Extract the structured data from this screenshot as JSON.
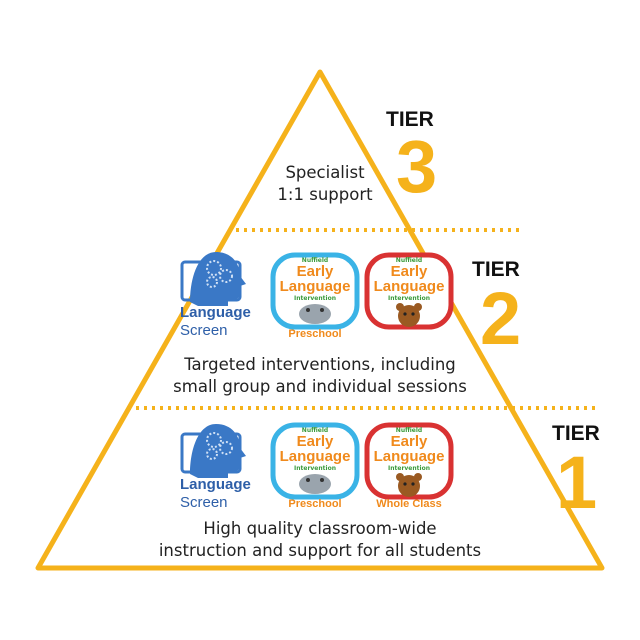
{
  "colors": {
    "gold": "#f5b21b",
    "ls_blue": "#3a78c6",
    "ls_text": "#2e5fa8",
    "eli_cyan_border": "#3ab3e6",
    "eli_red_border": "#d93232",
    "eli_orange": "#f08a1c",
    "eli_green": "#3a9a3a"
  },
  "tiers": [
    {
      "label": "TIER",
      "number": "3",
      "description": [
        "Specialist",
        "1:1 support"
      ]
    },
    {
      "label": "TIER",
      "number": "2",
      "description": [
        "Targeted interventions, including",
        "small group and individual sessions"
      ],
      "logos": {
        "language_screen": {
          "line1": "Language",
          "line2": "Screen"
        },
        "eli_preschool": {
          "top": "Nuffield",
          "line1": "Early",
          "line2": "Language",
          "line3": "Intervention",
          "sub": "Preschool"
        },
        "eli_whole_class": {
          "top": "Nuffield",
          "line1": "Early",
          "line2": "Language",
          "line3": "Intervention"
        }
      }
    },
    {
      "label": "TIER",
      "number": "1",
      "description": [
        "High quality classroom-wide",
        "instruction and support for all students"
      ],
      "logos": {
        "language_screen": {
          "line1": "Language",
          "line2": "Screen"
        },
        "eli_preschool": {
          "top": "Nuffield",
          "line1": "Early",
          "line2": "Language",
          "line3": "Intervention",
          "sub": "Preschool"
        },
        "eli_whole_class": {
          "top": "Nuffield",
          "line1": "Early",
          "line2": "Language",
          "line3": "Intervention",
          "sub": "Whole Class"
        }
      }
    }
  ]
}
